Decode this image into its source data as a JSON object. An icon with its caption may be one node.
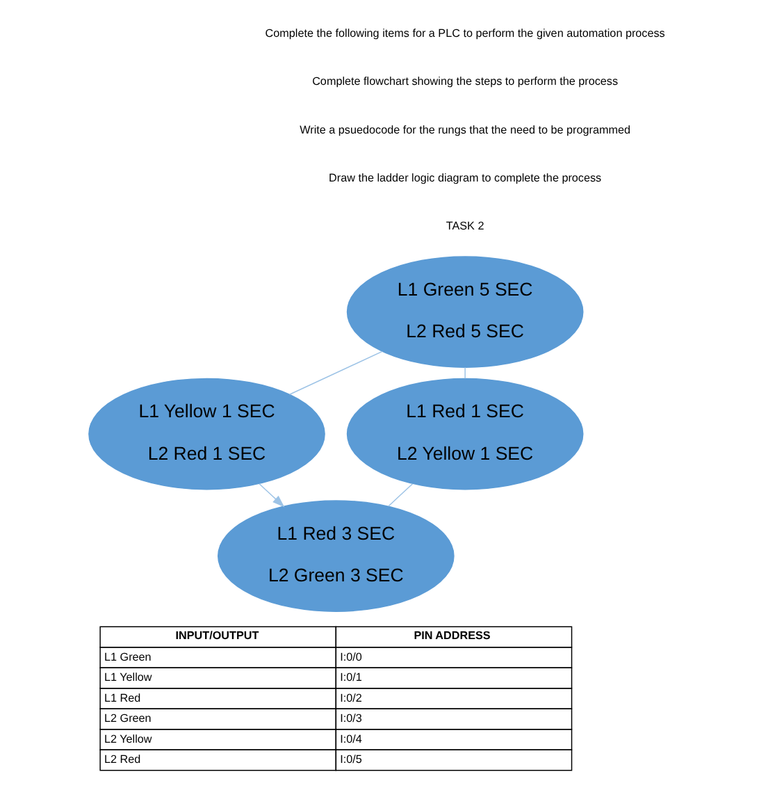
{
  "diagram": {
    "nodes": [
      {
        "text": [
          "L1 Green 5 SEC",
          "L2 Red 5 SEC"
        ]
      },
      {
        "text": [
          "L1 Red 1 SEC",
          "L2 Yellow 1 SEC"
        ]
      },
      {
        "text": [
          "L1 Yellow 1 SEC",
          "L2 Red 1 SEC"
        ]
      },
      {
        "text": [
          "L1 Red 3 SEC",
          "L2 Green 3 SEC"
        ]
      }
    ],
    "edges": [
      {
        "from": 0,
        "to": 1,
        "arrow": "none"
      },
      {
        "from": 1,
        "to": 3,
        "arrow": "none"
      },
      {
        "from": 2,
        "to": 0,
        "arrow": "none"
      },
      {
        "from": 2,
        "to": 3,
        "arrow": "to"
      }
    ],
    "labels": [
      "Complete the following items for a PLC to perform the given automation process",
      "Complete flowchart showing the steps to perform the process",
      "Write a psuedocode for the rungs that the need to be programmed",
      "Draw the ladder logic diagram to complete the process",
      "TASK 2",
      "INPUT/OUTPUT",
      "PIN ADDRESS",
      "L1 Green",
      "I:0/0",
      "L1 Yellow",
      "I:0/1",
      "L1 Red",
      "I:0/2",
      "L2 Green",
      "I:0/3",
      "L2 Yellow",
      "I:0/4",
      "L2 Red",
      "I:0/5"
    ]
  }
}
